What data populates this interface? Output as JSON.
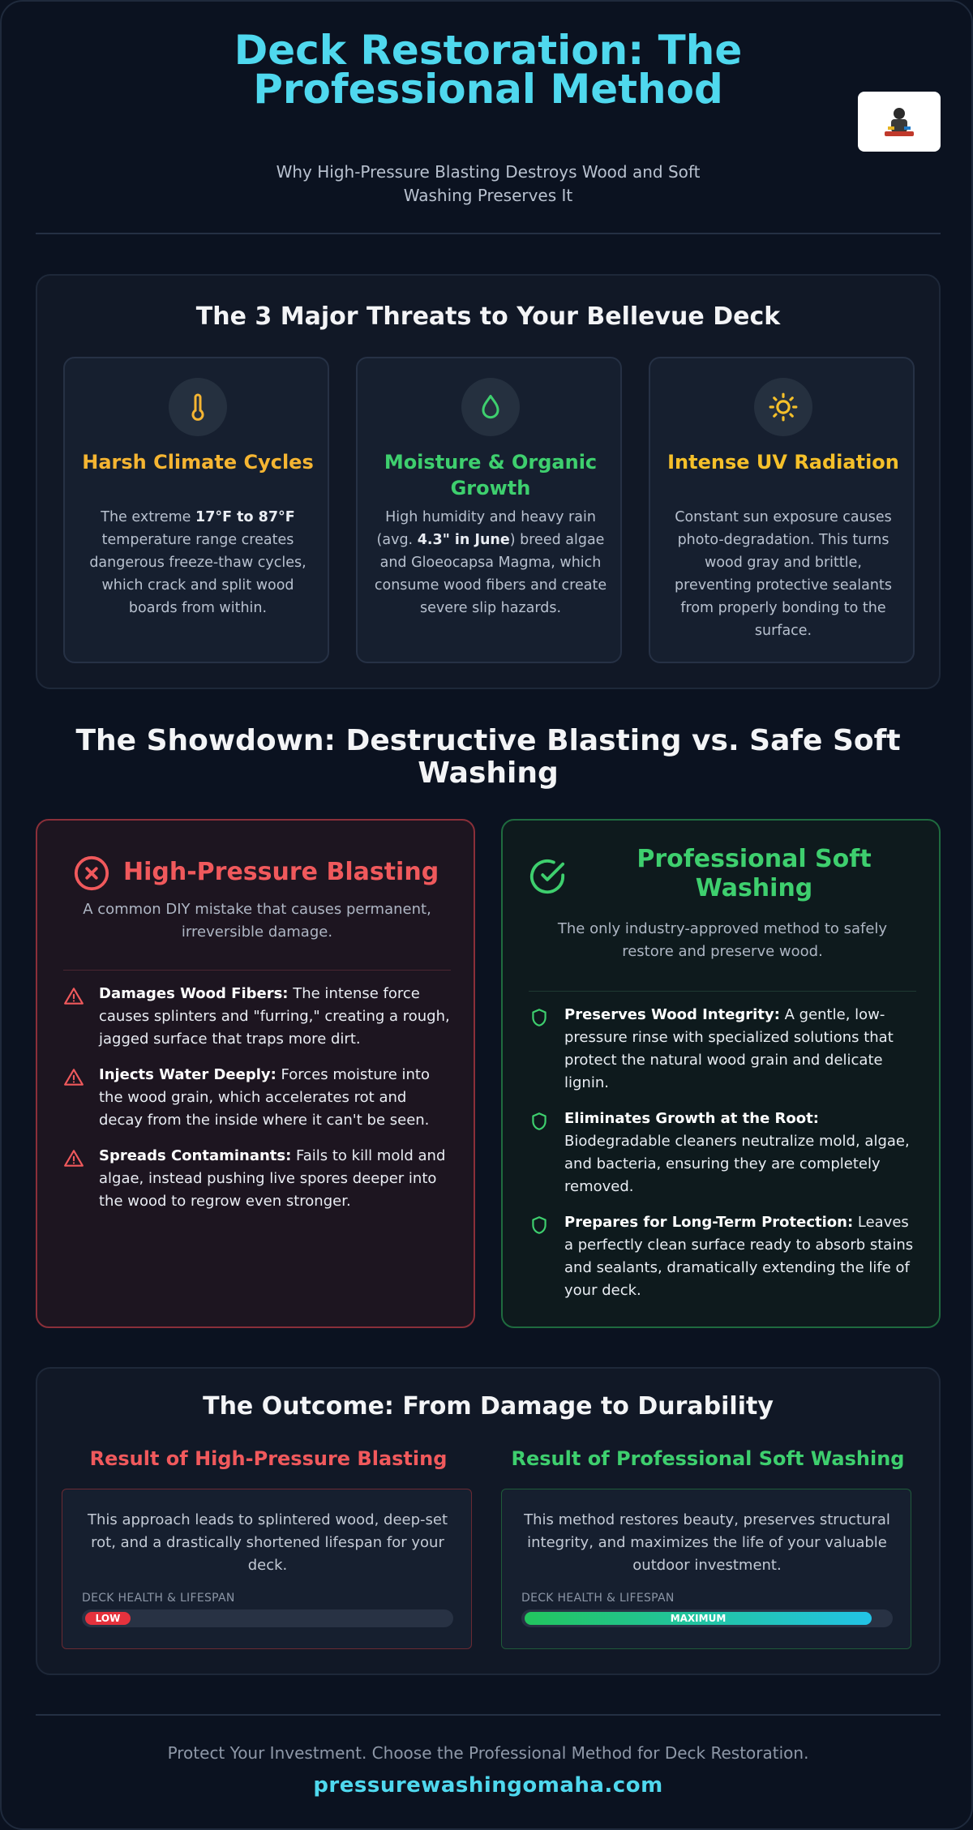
{
  "header": {
    "title": "Deck Restoration: The Professional Method",
    "subtitle": "Why High-Pressure Blasting Destroys Wood and Soft Washing Preserves It",
    "logo_icon": "company-logo-icon"
  },
  "threats": {
    "title": "The 3 Major Threats to Your Bellevue Deck",
    "cards": [
      {
        "icon": "thermometer-icon",
        "color": "#f5b532",
        "title": "Harsh Climate Cycles",
        "desc_pre": "The extreme ",
        "desc_bold": "17°F to 87°F",
        "desc_post": " temperature range creates dangerous freeze-thaw cycles, which crack and split wood boards from within."
      },
      {
        "icon": "water-drop-icon",
        "color": "#3ecf6e",
        "title": "Moisture & Organic Growth",
        "desc_pre": "High humidity and heavy rain (avg. ",
        "desc_bold": "4.3\" in June",
        "desc_post": ") breed algae and Gloeocapsa Magma, which consume wood fibers and create severe slip hazards."
      },
      {
        "icon": "sun-icon",
        "color": "#f5c02a",
        "title": "Intense UV Radiation",
        "desc_pre": "Constant sun exposure causes photo-degradation. This turns wood gray and brittle, preventing protective sealants from properly bonding to the surface.",
        "desc_bold": "",
        "desc_post": ""
      }
    ]
  },
  "showdown": {
    "title": "The Showdown: Destructive Blasting vs. Safe Soft Washing",
    "bad": {
      "title": "High-Pressure Blasting",
      "subtitle": "A common DIY mistake that causes permanent, irreversible damage.",
      "color": "#f0595c",
      "bullets": [
        {
          "bold": "Damages Wood Fibers:",
          "text": " The intense force causes splinters and \"furring,\" creating a rough, jagged surface that traps more dirt."
        },
        {
          "bold": "Injects Water Deeply:",
          "text": " Forces moisture into the wood grain, which accelerates rot and decay from the inside where it can't be seen."
        },
        {
          "bold": "Spreads Contaminants:",
          "text": " Fails to kill mold and algae, instead pushing live spores deeper into the wood to regrow even stronger."
        }
      ]
    },
    "good": {
      "title": "Professional Soft Washing",
      "subtitle": "The only industry-approved method to safely restore and preserve wood.",
      "color": "#3ecf6e",
      "bullets": [
        {
          "bold": "Preserves Wood Integrity:",
          "text": " A gentle, low-pressure rinse with specialized solutions that protect the natural wood grain and delicate lignin."
        },
        {
          "bold": "Eliminates Growth at the Root:",
          "text": " Biodegradable cleaners neutralize mold, algae, and bacteria, ensuring they are completely removed."
        },
        {
          "bold": "Prepares for Long-Term Protection:",
          "text": " Leaves a perfectly clean surface ready to absorb stains and sealants, dramatically extending the life of your deck."
        }
      ]
    }
  },
  "outcome": {
    "title": "The Outcome: From Damage to Durability",
    "bad": {
      "title": "Result of High-Pressure Blasting",
      "text": "This approach leads to splintered wood, deep-set rot, and a drastically shortened lifespan for your deck.",
      "meter_label": "DECK HEALTH & LIFESPAN",
      "meter_value": "LOW",
      "meter_fraction": 0.25
    },
    "good": {
      "title": "Result of Professional Soft Washing",
      "text": "This method restores beauty, preserves structural integrity, and maximizes the life of your valuable outdoor investment.",
      "meter_label": "DECK HEALTH & LIFESPAN",
      "meter_value": "MAXIMUM",
      "meter_fraction": 0.95
    }
  },
  "footer": {
    "tagline": "Protect Your Investment. Choose the Professional Method for Deck Restoration.",
    "url": "pressurewashingomaha.com"
  }
}
